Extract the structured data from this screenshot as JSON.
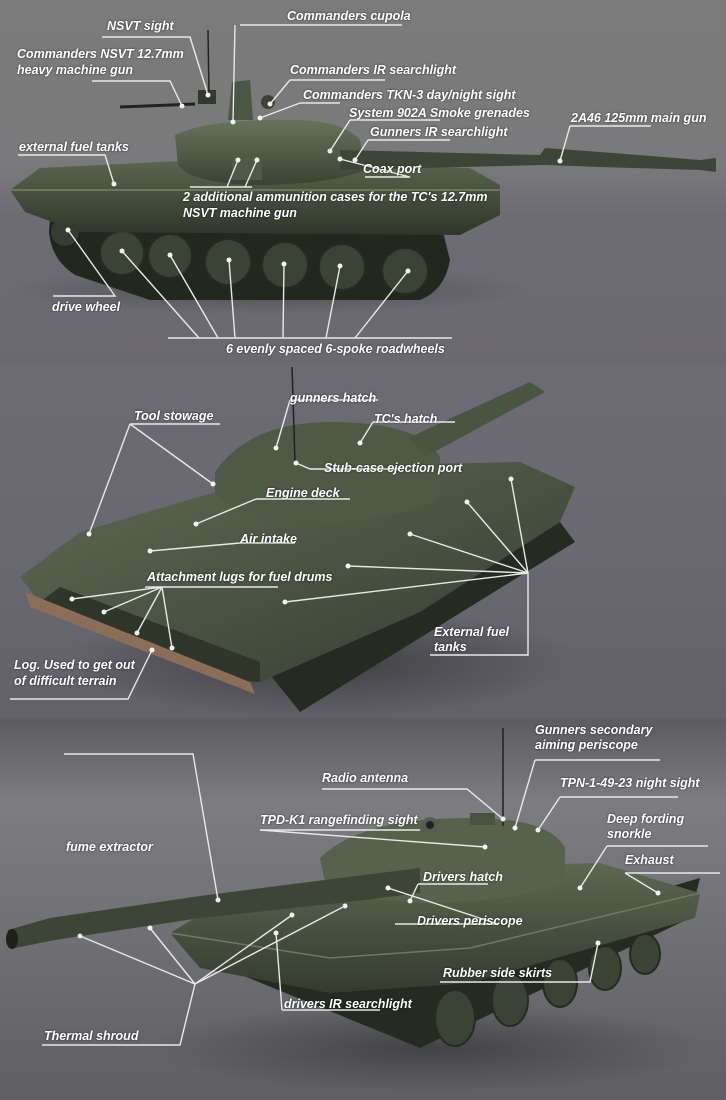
{
  "panels": [
    {
      "view": "side-view",
      "labels": {
        "nsvt_sight": "NSVT sight",
        "commanders_cupola": "Commanders cupola",
        "commanders_nsvt_line1": "Commanders NSVT 12.7mm",
        "commanders_nsvt_line2": "heavy machine gun",
        "commanders_ir_searchlight": "Commanders IR searchlight",
        "commanders_tkn3": "Commanders  TKN-3 day/night sight",
        "smoke_grenades": "System 902A Smoke grenades",
        "gunners_ir_searchlight": "Gunners IR searchlight",
        "main_gun": "2A46 125mm main gun",
        "external_fuel_tanks": "external fuel tanks",
        "coax_port": "Coax port",
        "ammo_cases_line1": "2 additional ammunition cases for the TC's 12.7mm",
        "ammo_cases_line2": "NSVT machine gun",
        "drive_wheel": "drive wheel",
        "roadwheels": "6 evenly spaced 6-spoke roadwheels"
      }
    },
    {
      "view": "rear-view",
      "labels": {
        "gunners_hatch": "gunners hatch",
        "tool_stowage": "Tool stowage",
        "tcs_hatch": "TC's hatch",
        "stub_case_port": "Stub-case ejection port",
        "engine_deck": "Engine deck",
        "air_intake": "Air intake",
        "attachment_lugs": "Attachment lugs for fuel drums",
        "external_fuel_line1": "External fuel",
        "external_fuel_line2": "tanks",
        "log_line1": "Log. Used to get out",
        "log_line2": "of difficult terrain"
      }
    },
    {
      "view": "front-view",
      "labels": {
        "gunners_secondary_line1": "Gunners secondary",
        "gunners_secondary_line2": "aiming periscope",
        "radio_antenna": "Radio antenna",
        "tpn_night_sight": "TPN-1-49-23 night sight",
        "tpd_rangefinder": "TPD-K1 rangefinding sight",
        "deep_fording_line1": "Deep fording",
        "deep_fording_line2": "snorkle",
        "fume_extractor": "fume extractor",
        "exhaust": "Exhaust",
        "drivers_hatch": "Drivers hatch",
        "drivers_periscope": "Drivers periscope",
        "rubber_side_skirts": "Rubber side skirts",
        "drivers_ir_searchlight": "drivers IR searchlight",
        "thermal_shroud": "Thermal shroud"
      }
    }
  ],
  "colors": {
    "label_text": "#ffffff",
    "leader_line": "#e8e8e8",
    "tank_green": "#4b5741",
    "tank_dark": "#2c3228",
    "background_gray": "#7a7a7a"
  }
}
